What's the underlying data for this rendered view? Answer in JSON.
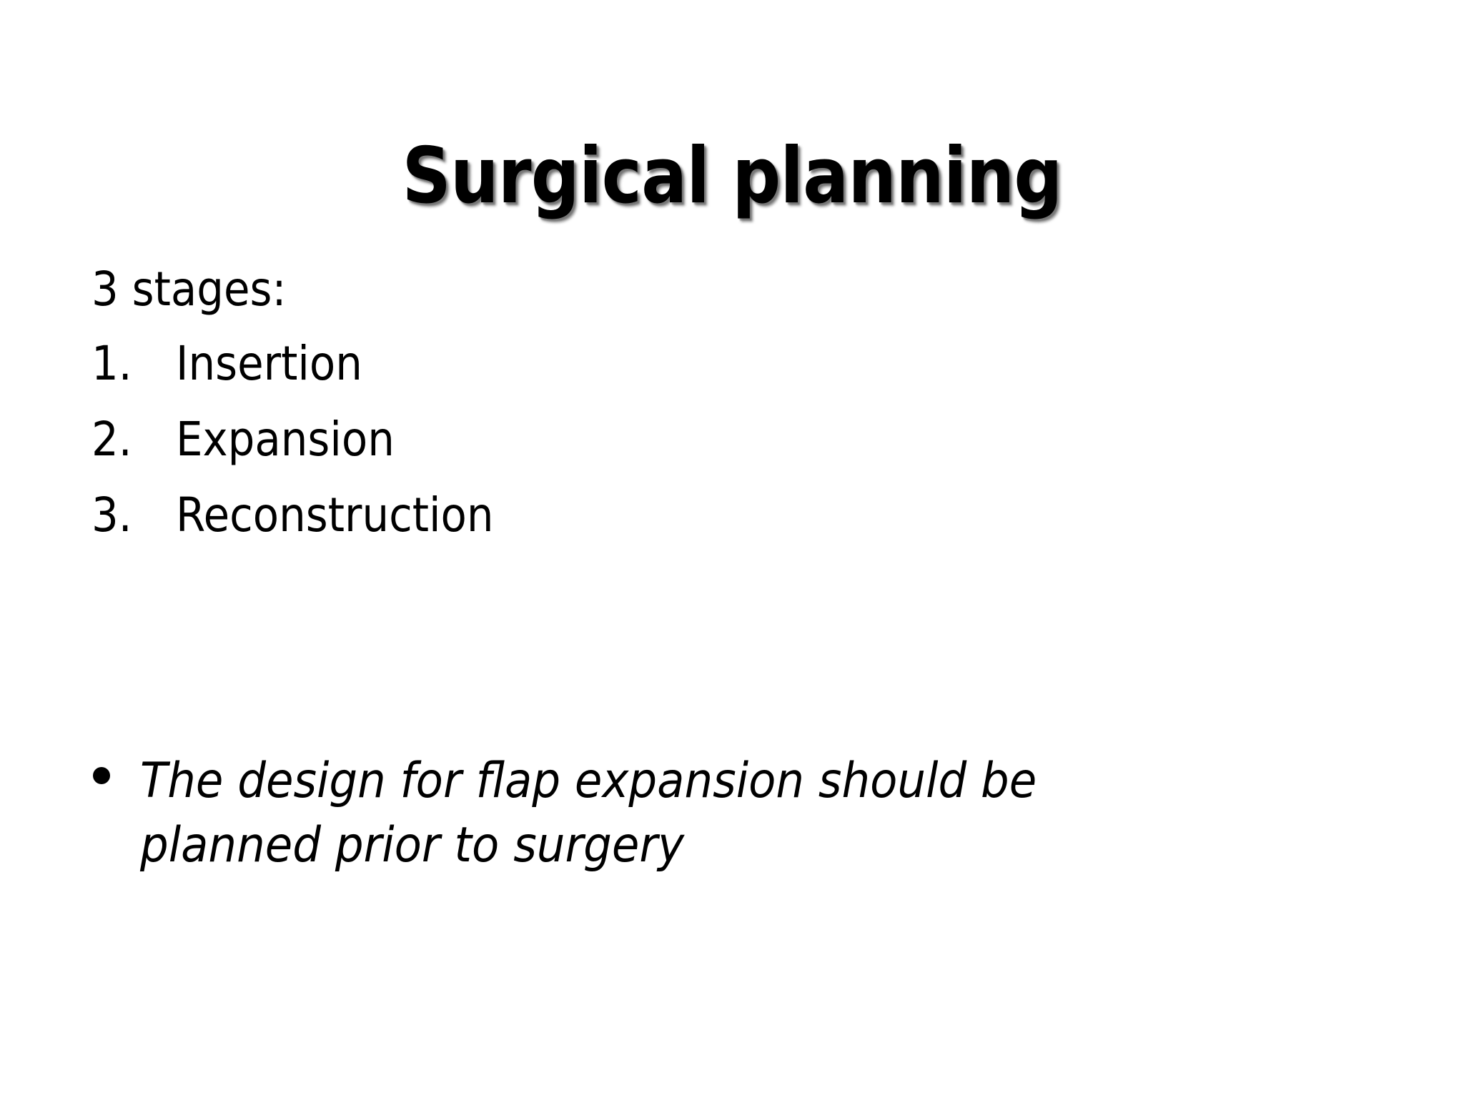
{
  "slide": {
    "background_color": "#ffffff",
    "text_color": "#000000",
    "title": "Surgical planning",
    "title_shadow_color": "#5a5a5a"
  },
  "body": {
    "lead_line": "3 stages:",
    "numbered_items": [
      {
        "marker": "1.",
        "label": "Insertion"
      },
      {
        "marker": "2.",
        "label": "Expansion"
      },
      {
        "marker": "3.",
        "label": "Reconstruction"
      }
    ]
  },
  "bullet_paragraph": {
    "bullet_glyph": "•",
    "text": "The design for flap expansion should be planned prior to surgery",
    "line_1": "The design for flap expansion should be",
    "line_2": "planned prior to surgery"
  }
}
